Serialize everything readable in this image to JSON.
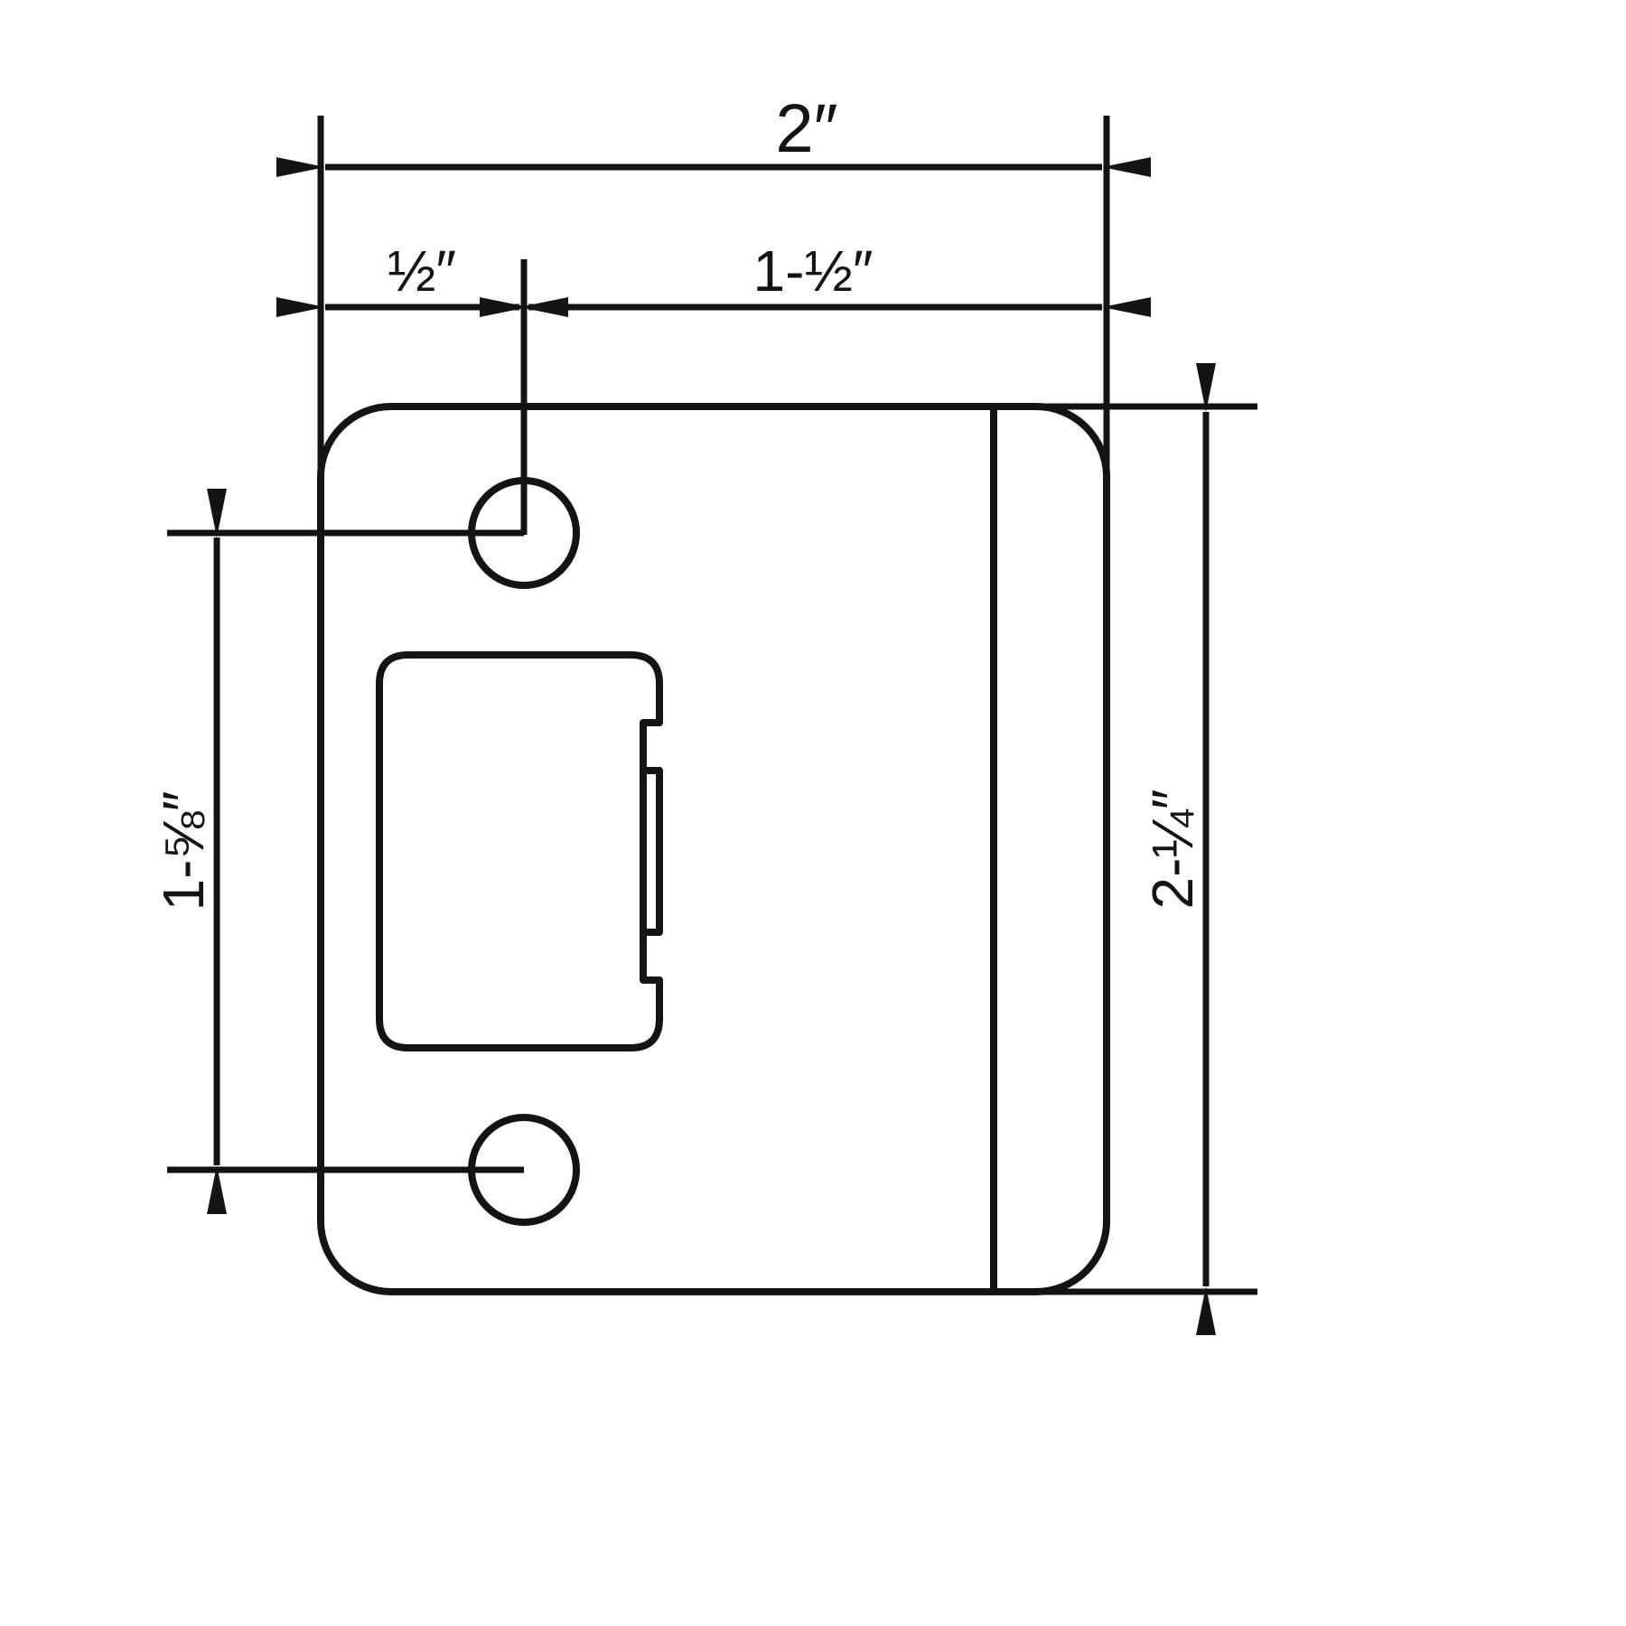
{
  "drawing": {
    "title": "Strike plate dimension drawing",
    "labels": {
      "width_total": "2″",
      "width_hole_offset": "½″",
      "width_remainder": "1-½″",
      "height_hole_spacing": "1-⅝″",
      "height_total": "2-¼″"
    },
    "dimensions_inches": {
      "width_total": 2,
      "width_hole_offset": 0.5,
      "width_remainder": 1.5,
      "height_hole_spacing": 1.625,
      "height_total": 2.25
    },
    "colors": {
      "line": "#141414",
      "background": "#ffffff"
    }
  }
}
